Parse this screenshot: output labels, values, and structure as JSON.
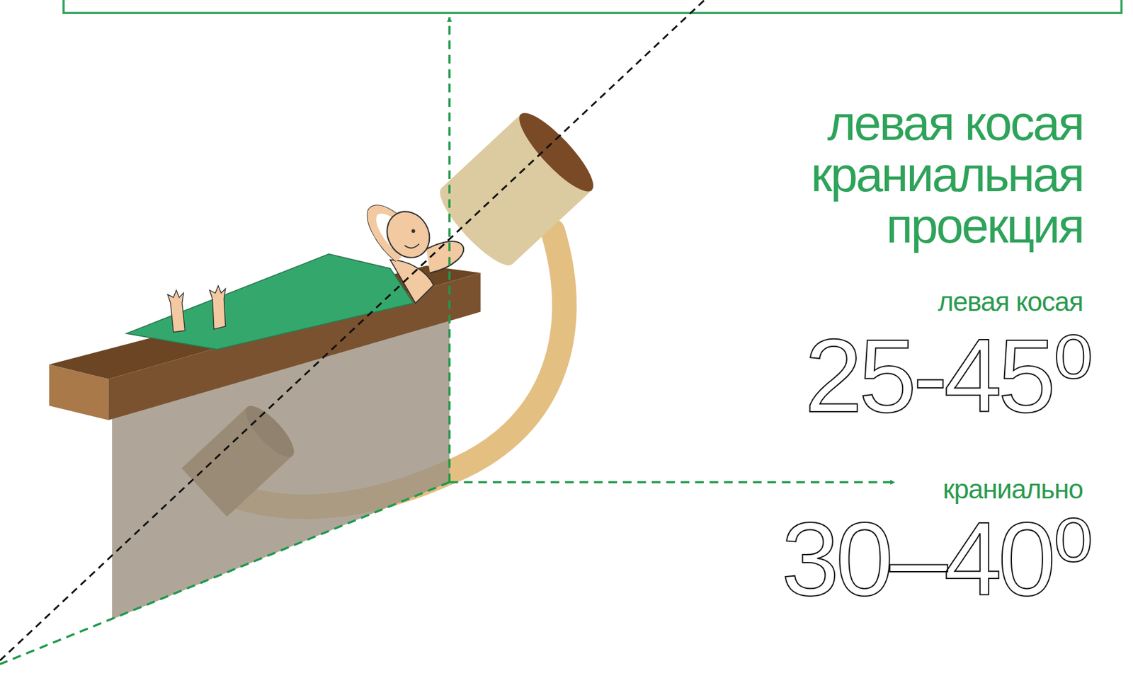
{
  "diagram": {
    "title": "левая косая краниальная проекция",
    "labels": [
      "левая косая",
      "25-45⁰",
      "краниально",
      "30–40⁰"
    ]
  }
}
